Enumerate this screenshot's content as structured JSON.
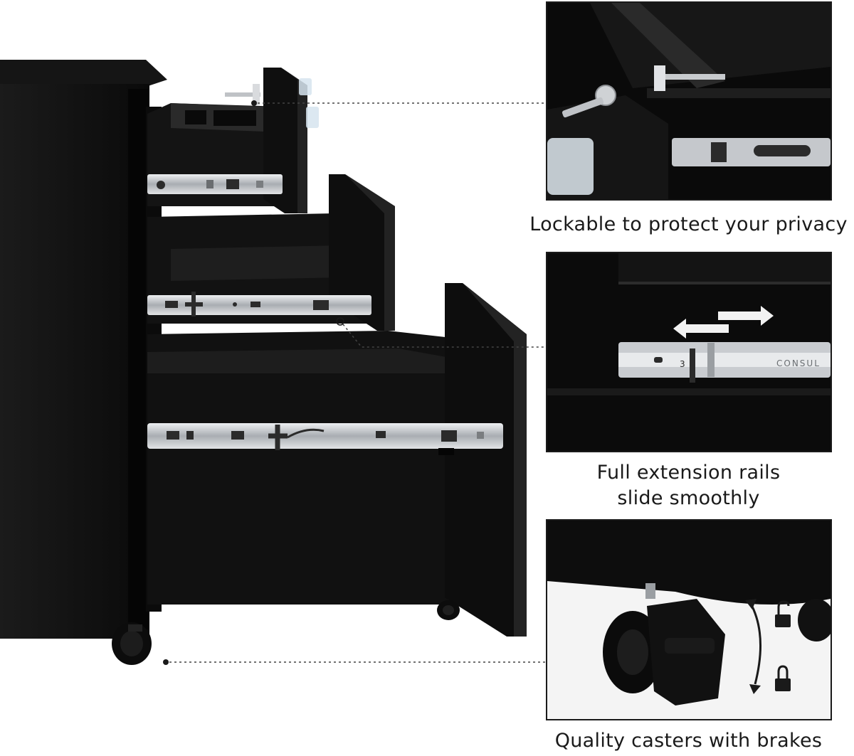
{
  "features": [
    {
      "id": "lock",
      "lines": [
        "Lockable to protect your privacy"
      ]
    },
    {
      "id": "rail",
      "lines": [
        "Full extension rails",
        "slide smoothly"
      ]
    },
    {
      "id": "caster",
      "lines": [
        "Quality casters with brakes"
      ]
    }
  ],
  "rail_brand": "CONSUL",
  "rail_number": "3",
  "colors": {
    "cabinet": "#0e0e0e",
    "steel": "#c9ccd0",
    "background": "#ffffff",
    "text": "#1a1a1a"
  },
  "icons": [
    "unlock-icon",
    "lock-icon",
    "arrow-right-icon",
    "arrow-left-icon",
    "rotation-arrow-icon"
  ]
}
